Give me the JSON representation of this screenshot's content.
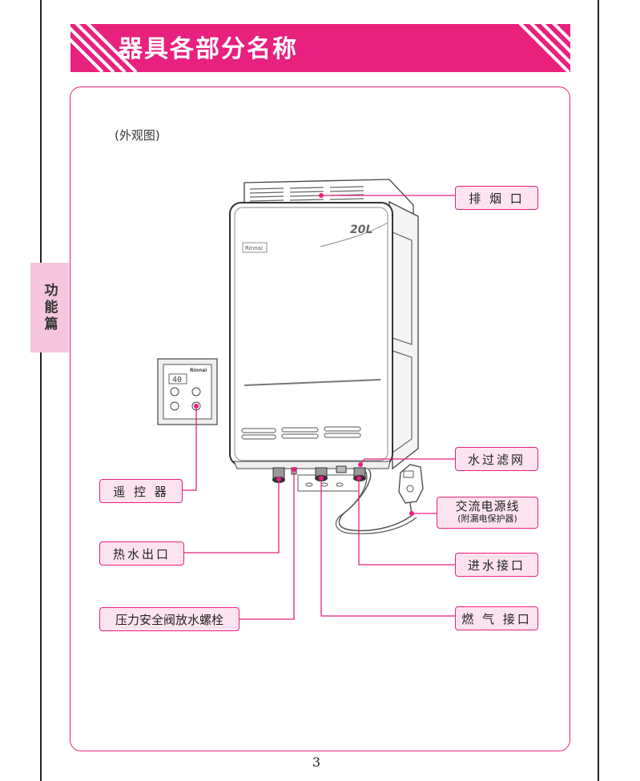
{
  "header": {
    "title": "器具各部分名称"
  },
  "side_tab": {
    "label": "功能篇"
  },
  "subtitle": "(外观图)",
  "labels": {
    "exhaust": "排 烟 口",
    "water_filter": "水过滤网",
    "power_cord_main": "交流电源线",
    "power_cord_sub": "(附漏电保护器)",
    "water_inlet": "进水接口",
    "gas_inlet": "燃 气 接口",
    "remote": "遥 控 器",
    "hot_water_outlet": "热水出口",
    "pressure_valve": "压力安全阀放水螺栓"
  },
  "heater": {
    "brand": "Rinnai",
    "capacity_badge": "20L"
  },
  "remote_panel": {
    "brand": "Rinnai",
    "display_value": "40"
  },
  "page_number": "3",
  "colors": {
    "accent": "#e8207e",
    "label_fill": "#fde3ef",
    "tab_fill": "#f5c6dd"
  }
}
